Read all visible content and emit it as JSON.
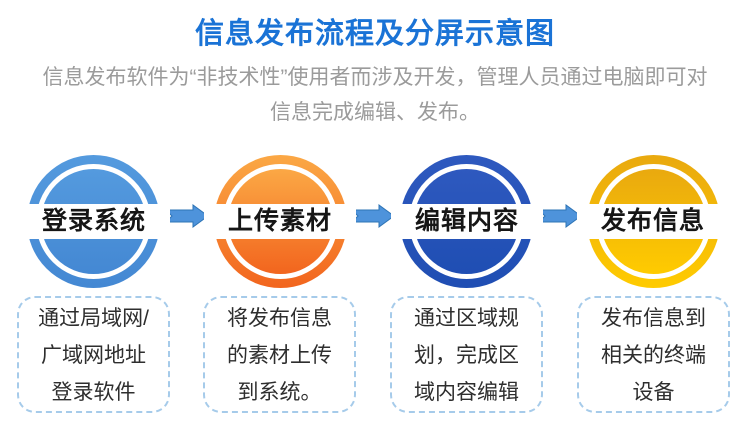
{
  "page": {
    "title": "信息发布流程及分屏示意图",
    "subtitle_line1": "信息发布软件为“非技术性”使用者而涉及开发，管理人员通过电脑即可对",
    "subtitle_line2": "信息完成编辑、发布。"
  },
  "steps": [
    {
      "label": "登录系统",
      "color_top": "#549ade",
      "color_bottom": "#4488d3",
      "desc": [
        "通过局域网/",
        "广域网地址",
        "登录软件"
      ]
    },
    {
      "label": "上传素材",
      "color_top": "#fba845",
      "color_bottom": "#f2651e",
      "desc": [
        "将发布信息",
        "的素材上传",
        "到系统。"
      ]
    },
    {
      "label": "编辑内容",
      "color_top": "#2e59bf",
      "color_bottom": "#1f4eb3",
      "desc": [
        "通过区域规",
        "划，完成区",
        "域内容编辑"
      ]
    },
    {
      "label": "发布信息",
      "color_top": "#e9a90f",
      "color_bottom": "#ffcb00",
      "desc": [
        "发布信息到",
        "相关的终端",
        "设备"
      ]
    }
  ],
  "icons": {
    "arrow": "right-block-arrow"
  },
  "colors": {
    "title_blue": "#1a73d6",
    "subtitle_gray": "#9b9b9b",
    "arrow_fill": "#4e93db",
    "arrow_stroke": "#2e74b5",
    "box_border_blue": "#a6cbea",
    "band_text": "#161616",
    "background": "#ffffff"
  }
}
